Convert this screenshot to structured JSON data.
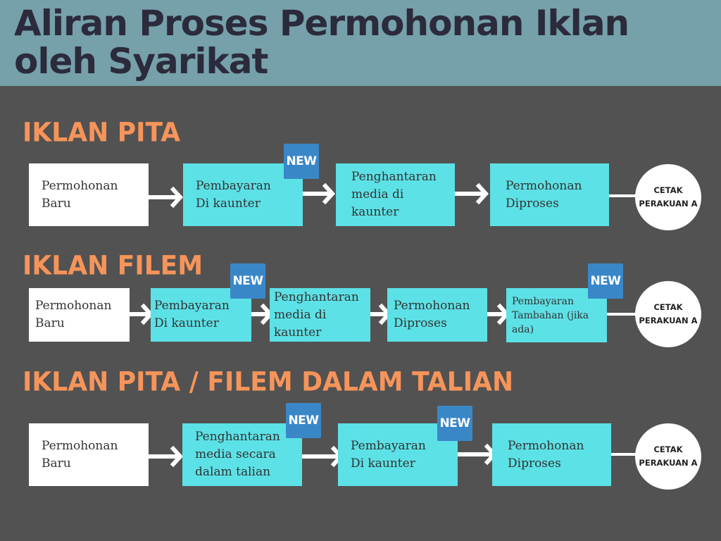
{
  "title": {
    "line1": "Aliran Proses Permohonan Iklan",
    "line2": "oleh Syarikat"
  },
  "badge_label": "NEW",
  "end_step": {
    "line1": "CETAK",
    "line2": "PERAKUAN A"
  },
  "sections": [
    {
      "heading": "IKLAN PITA",
      "steps": [
        {
          "lines": [
            "Permohonan",
            "Baru"
          ]
        },
        {
          "lines": [
            "Pembayaran",
            "Di kaunter"
          ],
          "new": true
        },
        {
          "lines": [
            "Penghantaran",
            "media di",
            "kaunter"
          ]
        },
        {
          "lines": [
            "Permohonan",
            "Diproses"
          ]
        }
      ]
    },
    {
      "heading": "IKLAN FILEM",
      "steps": [
        {
          "lines": [
            "Permohonan",
            "Baru"
          ]
        },
        {
          "lines": [
            "Pembayaran",
            "Di kaunter"
          ],
          "new": true
        },
        {
          "lines": [
            "Penghantaran",
            "media di",
            "kaunter"
          ]
        },
        {
          "lines": [
            "Permohonan",
            "Diproses"
          ]
        },
        {
          "lines": [
            "Pembayaran",
            "Tambahan (jika",
            "ada)"
          ],
          "new": true
        }
      ]
    },
    {
      "heading": "IKLAN PITA / FILEM DALAM TALIAN",
      "steps": [
        {
          "lines": [
            "Permohonan",
            "Baru"
          ]
        },
        {
          "lines": [
            "Penghantaran",
            "media secara",
            "dalam talian"
          ],
          "new": true
        },
        {
          "lines": [
            "Pembayaran",
            "Di kaunter"
          ],
          "new": true
        },
        {
          "lines": [
            "Permohonan",
            "Diproses"
          ]
        }
      ]
    }
  ]
}
